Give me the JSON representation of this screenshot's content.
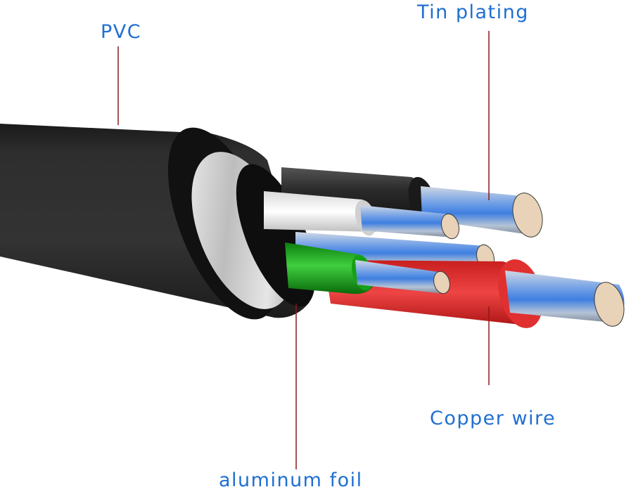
{
  "diagram": {
    "title": "Cable cross-section structure",
    "labels": {
      "pvc": "PVC",
      "tin_plating": "Tin plating",
      "copper_wire": "Copper wire",
      "aluminum_foil": "aluminum foil"
    },
    "components": [
      "PVC jacket",
      "aluminum foil shield",
      "black wire",
      "white wire",
      "green wire",
      "red wire",
      "stranded conductors"
    ],
    "colors": {
      "label_text": "#1f6fd1",
      "leader_line": "#8b1a1a",
      "jacket": "#2b2b2b",
      "foil": "#c9c9c9",
      "wire_black": "#2a2a2a",
      "wire_white": "#f2f2f2",
      "wire_green": "#1fa01f",
      "wire_red": "#e02828",
      "strand_blue": "#5a8ad6",
      "strand_tip": "#e8d2b8"
    }
  }
}
